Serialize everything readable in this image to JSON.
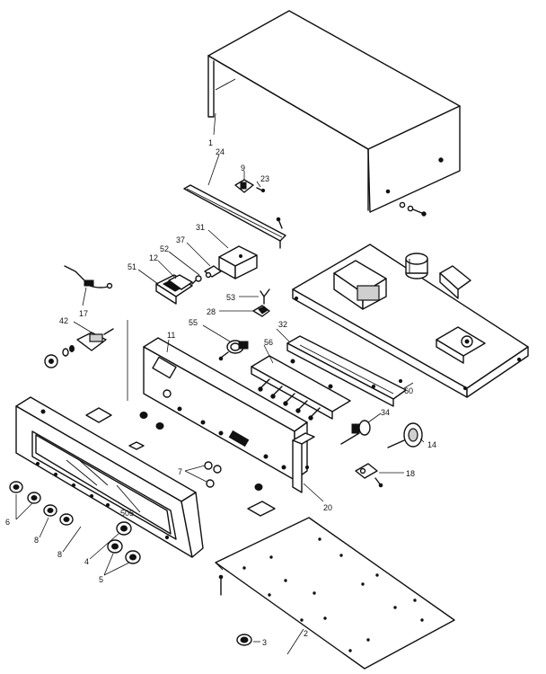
{
  "labels": {
    "c1": "1",
    "c24": "24",
    "c9": "9",
    "c23": "23",
    "c31": "31",
    "c37": "37",
    "c52": "52",
    "c12": "12",
    "c51": "51",
    "c53": "53",
    "c28": "28",
    "c17": "17",
    "c42": "42",
    "c55": "55",
    "c32": "32",
    "c11": "11",
    "c56": "56",
    "c60": "60",
    "c34": "34",
    "c14": "14",
    "c18": "18",
    "c20": "20",
    "c7": "7",
    "c6": "6",
    "c8a": "8",
    "c8b": "8",
    "c4": "4",
    "c5": "5",
    "c3": "3",
    "c2": "2"
  },
  "panel": {
    "readout": "505"
  }
}
